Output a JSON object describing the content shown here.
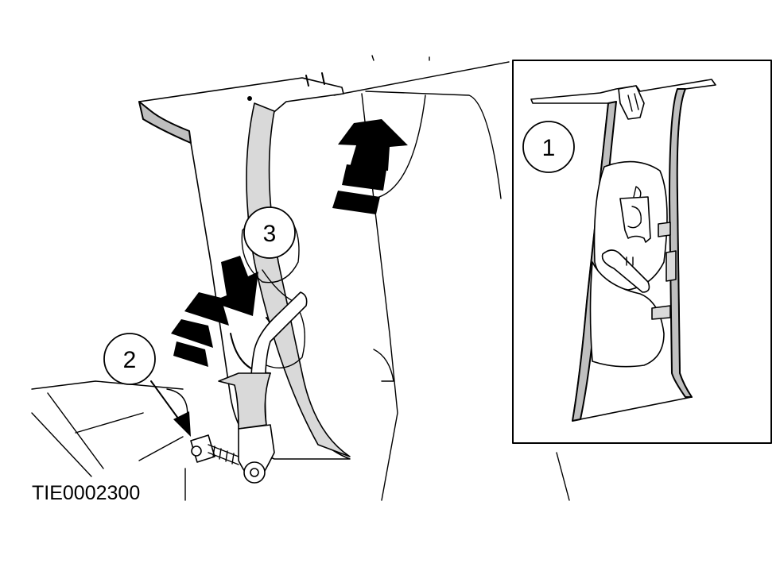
{
  "figure": {
    "callouts": [
      {
        "id": "1",
        "label": "1"
      },
      {
        "id": "2",
        "label": "2"
      },
      {
        "id": "3",
        "label": "3"
      }
    ],
    "reference_code": "TIE0002300"
  }
}
